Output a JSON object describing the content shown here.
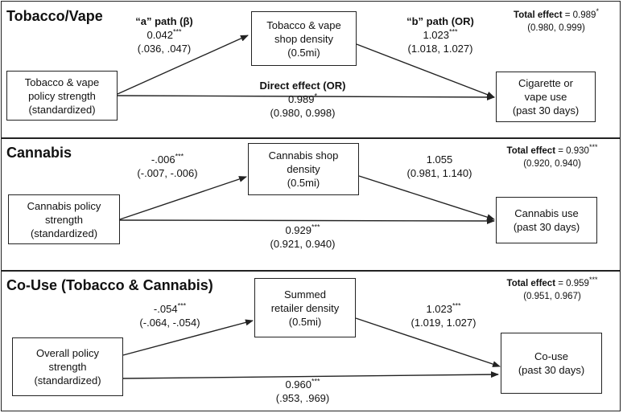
{
  "panels": [
    {
      "heading": "Tobacco/Vape",
      "predictor": [
        "Tobacco & vape",
        "policy strength",
        "(standardized)"
      ],
      "mediator": [
        "Tobacco & vape",
        "shop density",
        "(0.5mi)"
      ],
      "outcome": [
        "Cigarette or",
        "vape use",
        "(past 30 days)"
      ],
      "a_title": "“a” path (β)",
      "a_est": "0.042",
      "a_sig": "***",
      "a_ci": "(.036, .047)",
      "b_title": "“b” path (OR)",
      "b_est": "1.023",
      "b_sig": "***",
      "b_ci": "(1.018, 1.027)",
      "direct_title": "Direct effect (OR)",
      "direct_est": "0.989",
      "direct_sig": "*",
      "direct_ci": "(0.980, 0.998)",
      "total_title": "Total effect",
      "total_est": "= 0.989",
      "total_sig": "*",
      "total_ci": "(0.980, 0.999)"
    },
    {
      "heading": "Cannabis",
      "predictor": [
        "Cannabis policy",
        "strength",
        "(standardized)"
      ],
      "mediator": [
        "Cannabis shop",
        "density",
        "(0.5mi)"
      ],
      "outcome": [
        "Cannabis use",
        "(past 30 days)"
      ],
      "a_est": "-.006",
      "a_sig": "***",
      "a_ci": "(-.007, -.006)",
      "b_est": "1.055",
      "b_sig": "",
      "b_ci": "(0.981, 1.140)",
      "direct_est": "0.929",
      "direct_sig": "***",
      "direct_ci": "(0.921, 0.940)",
      "total_title": "Total effect",
      "total_est": "= 0.930",
      "total_sig": "***",
      "total_ci": "(0.920, 0.940)"
    },
    {
      "heading": "Co-Use (Tobacco & Cannabis)",
      "predictor": [
        "Overall policy",
        "strength",
        "(standardized)"
      ],
      "mediator": [
        "Summed",
        "retailer density",
        "(0.5mi)"
      ],
      "outcome": [
        "Co-use",
        "(past 30 days)"
      ],
      "a_est": "-.054",
      "a_sig": "***",
      "a_ci": "(-.064, -.054)",
      "b_est": "1.023",
      "b_sig": "***",
      "b_ci": "(1.019,  1.027)",
      "direct_est": "0.960",
      "direct_sig": "***",
      "direct_ci": "(.953,  .969)",
      "total_title": "Total effect",
      "total_est": "= 0.959",
      "total_sig": "***",
      "total_ci": "(0.951, 0.967)"
    }
  ]
}
